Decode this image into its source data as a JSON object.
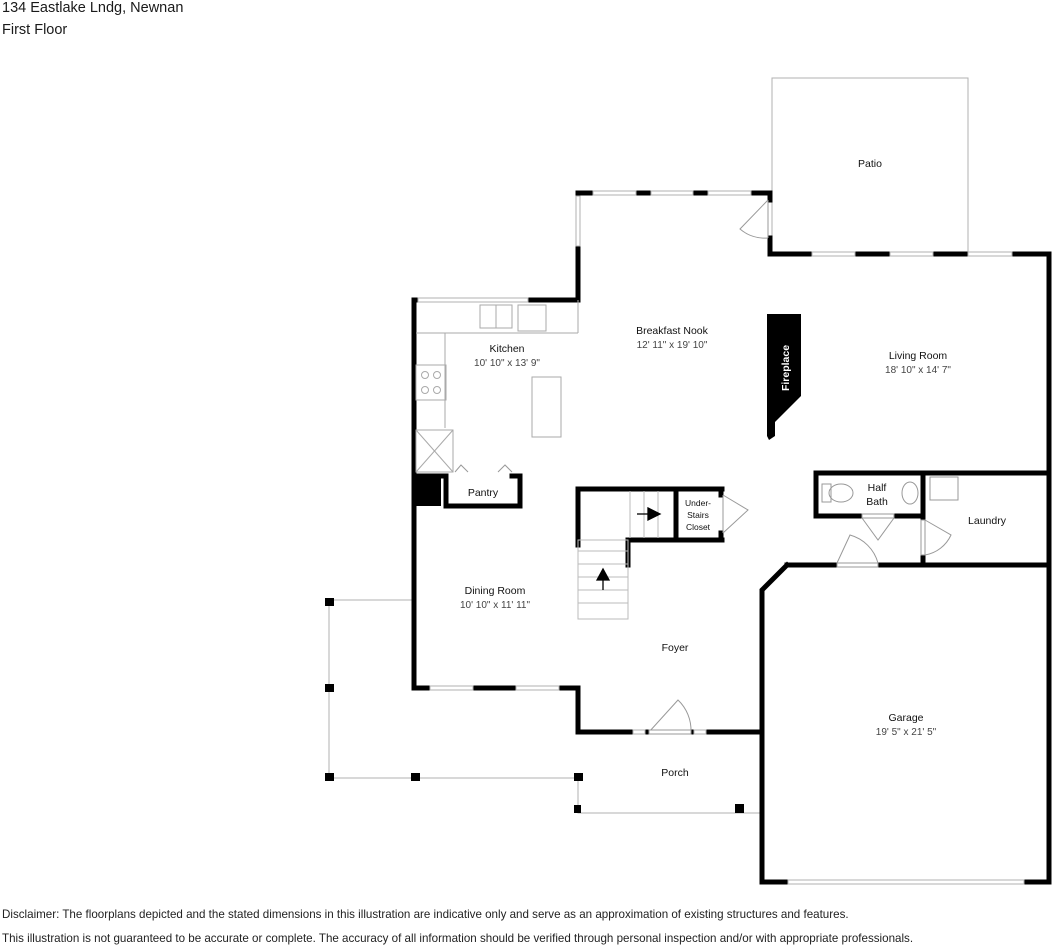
{
  "header": {
    "address": "134 Eastlake Lndg, Newnan",
    "floor": "First Floor"
  },
  "rooms": {
    "patio": {
      "name": "Patio"
    },
    "breakfast_nook": {
      "name": "Breakfast Nook",
      "dims": "12' 11\" x 19' 10\""
    },
    "kitchen": {
      "name": "Kitchen",
      "dims": "10' 10\" x 13' 9\""
    },
    "living_room": {
      "name": "Living Room",
      "dims": "18' 10\" x 14' 7\""
    },
    "fireplace": {
      "name": "Fireplace"
    },
    "pantry": {
      "name": "Pantry"
    },
    "half_bath": {
      "name_line1": "Half",
      "name_line2": "Bath"
    },
    "laundry": {
      "name": "Laundry"
    },
    "under_stairs_closet": {
      "line1": "Under-",
      "line2": "Stairs",
      "line3": "Closet"
    },
    "dining_room": {
      "name": "Dining Room",
      "dims": "10' 10\" x 11' 11\""
    },
    "foyer": {
      "name": "Foyer"
    },
    "garage": {
      "name": "Garage",
      "dims": "19' 5\" x 21' 5\""
    },
    "porch": {
      "name": "Porch"
    }
  },
  "disclaimer": {
    "line1": "Disclaimer: The floorplans depicted and the stated dimensions in this illustration are indicative only and serve as an approximation of existing structures and features.",
    "line2": "This illustration is not guaranteed to be accurate or complete. The accuracy of all information should be verified through personal inspection and/or with appropriate professionals."
  },
  "colors": {
    "wall": "#000000",
    "outline": "#b0b0b0",
    "background": "#ffffff"
  }
}
